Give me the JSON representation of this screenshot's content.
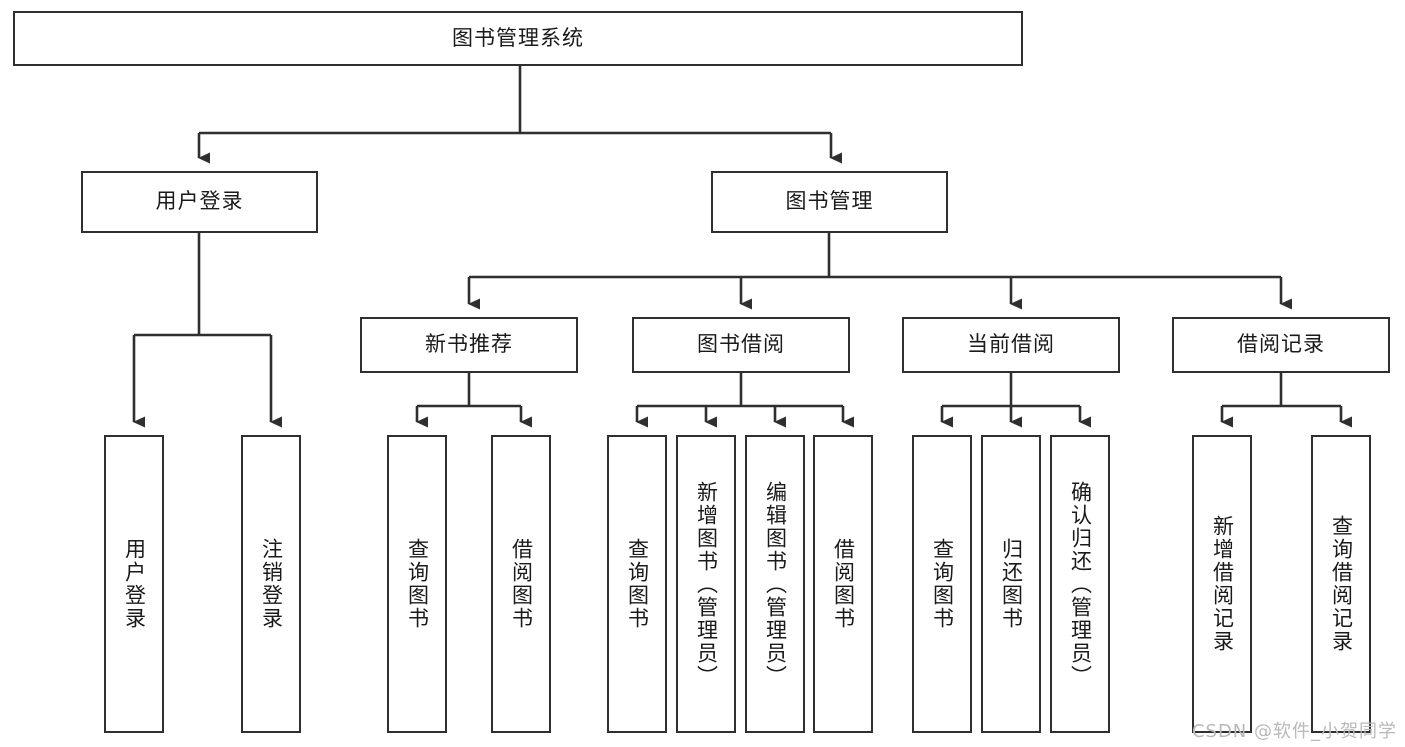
{
  "diagram": {
    "type": "tree",
    "title": "图书管理系统",
    "root": {
      "id": "root",
      "label": "图书管理系统",
      "orientation": "horizontal"
    },
    "level1": [
      {
        "id": "user-login",
        "label": "用户登录",
        "orientation": "horizontal"
      },
      {
        "id": "book-manage",
        "label": "图书管理",
        "orientation": "horizontal"
      }
    ],
    "level2": [
      {
        "id": "new-book-recommend",
        "label": "新书推荐",
        "parent": "book-manage",
        "orientation": "horizontal"
      },
      {
        "id": "book-borrow",
        "label": "图书借阅",
        "parent": "book-manage",
        "orientation": "horizontal"
      },
      {
        "id": "current-borrow",
        "label": "当前借阅",
        "parent": "book-manage",
        "orientation": "horizontal"
      },
      {
        "id": "borrow-record",
        "label": "借阅记录",
        "parent": "book-manage",
        "orientation": "horizontal"
      }
    ],
    "leaves": [
      {
        "id": "leaf-user-login",
        "label": "用户登录",
        "parent": "user-login"
      },
      {
        "id": "leaf-logout",
        "label": "注销登录",
        "parent": "user-login"
      },
      {
        "id": "leaf-query-book-1",
        "label": "查询图书",
        "parent": "new-book-recommend"
      },
      {
        "id": "leaf-borrow-book-1",
        "label": "借阅图书",
        "parent": "new-book-recommend"
      },
      {
        "id": "leaf-query-book-2",
        "label": "查询图书",
        "parent": "book-borrow"
      },
      {
        "id": "leaf-add-book",
        "label": "新增图书（管理员）",
        "parent": "book-borrow"
      },
      {
        "id": "leaf-edit-book",
        "label": "编辑图书（管理员）",
        "parent": "book-borrow"
      },
      {
        "id": "leaf-borrow-book-2",
        "label": "借阅图书",
        "parent": "book-borrow"
      },
      {
        "id": "leaf-query-book-3",
        "label": "查询图书",
        "parent": "current-borrow"
      },
      {
        "id": "leaf-return-book",
        "label": "归还图书",
        "parent": "current-borrow"
      },
      {
        "id": "leaf-confirm-return",
        "label": "确认归还（管理员）",
        "parent": "current-borrow"
      },
      {
        "id": "leaf-add-record",
        "label": "新增借阅记录",
        "parent": "borrow-record"
      },
      {
        "id": "leaf-query-record",
        "label": "查询借阅记录",
        "parent": "borrow-record"
      }
    ],
    "watermark": "CSDN @软件_小贺同学",
    "colors": {
      "stroke": "#2f2f2f",
      "fill": "#ffffff",
      "text": "#1a1a1a",
      "watermark": "#b9b9b9"
    }
  }
}
